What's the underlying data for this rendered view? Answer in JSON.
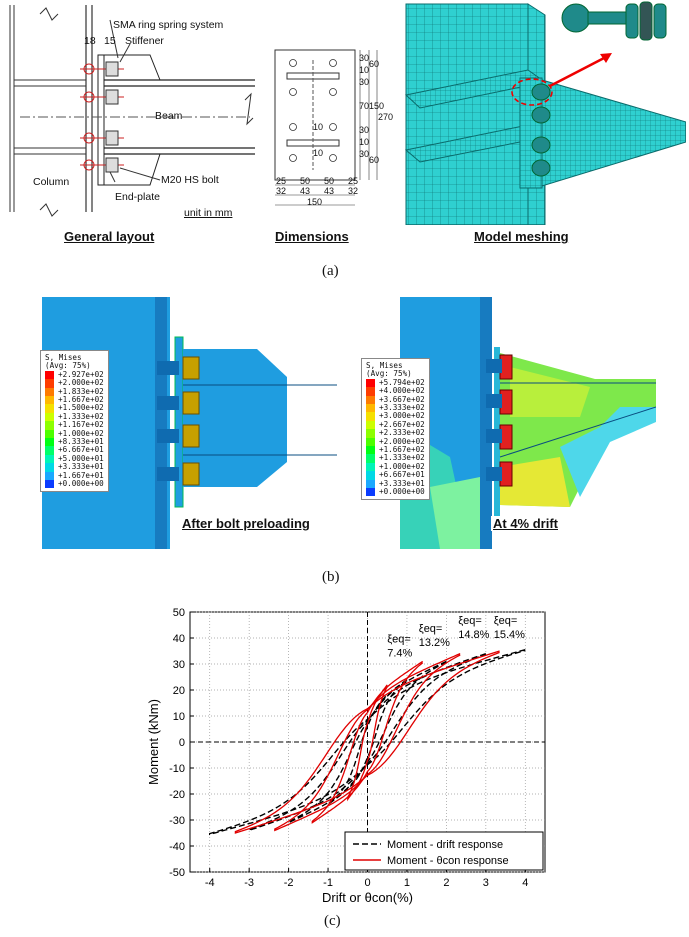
{
  "panel_a": {
    "layout": {
      "labels": {
        "sma": "SMA ring spring system",
        "d18": "18",
        "d15": "15",
        "stiffener": "Stiffener",
        "beam": "Beam",
        "column": "Column",
        "bolt": "M20 HS bolt",
        "endplate": "End-plate",
        "unit": "unit in mm"
      },
      "title": "General layout"
    },
    "dimensions": {
      "title": "Dimensions",
      "hole_label_1": "10",
      "hole_label_2": "10",
      "right_dims_inner": [
        "30",
        "10",
        "30",
        "70",
        "30",
        "10",
        "30"
      ],
      "right_dims_outer": [
        "60",
        "150",
        "60"
      ],
      "right_total": "270",
      "bottom_row1": [
        "25",
        "50",
        "50",
        "25"
      ],
      "bottom_row2": [
        "32",
        "43",
        "43",
        "32"
      ],
      "bottom_total": "150"
    },
    "meshing": {
      "title": "Model meshing"
    },
    "caption": "(a)"
  },
  "panel_b": {
    "left": {
      "title": "After bolt preloading",
      "legend_header": [
        "S, Mises",
        "(Avg: 75%)"
      ],
      "legend_values": [
        "+2.927e+02",
        "+2.000e+02",
        "+1.833e+02",
        "+1.667e+02",
        "+1.500e+02",
        "+1.333e+02",
        "+1.167e+02",
        "+1.000e+02",
        "+8.333e+01",
        "+6.667e+01",
        "+5.000e+01",
        "+3.333e+01",
        "+1.667e+01",
        "+0.000e+00"
      ]
    },
    "right": {
      "title": "At 4% drift",
      "legend_header": [
        "S, Mises",
        "(Avg: 75%)"
      ],
      "legend_values": [
        "+5.794e+02",
        "+4.000e+02",
        "+3.667e+02",
        "+3.333e+02",
        "+3.000e+02",
        "+2.667e+02",
        "+2.333e+02",
        "+2.000e+02",
        "+1.667e+02",
        "+1.333e+02",
        "+1.000e+02",
        "+6.667e+01",
        "+3.333e+01",
        "+0.000e+00"
      ]
    },
    "contour_colors": [
      "#ff0000",
      "#fe3d00",
      "#fe7b00",
      "#ffb800",
      "#f5e000",
      "#ccff00",
      "#8cff00",
      "#4cff00",
      "#00ff14",
      "#00ff6a",
      "#00f5b8",
      "#00d9e5",
      "#1aa8ff",
      "#0a3cff"
    ],
    "caption": "(b)"
  },
  "panel_c": {
    "caption": "(c)",
    "chart_data": {
      "type": "line",
      "xlabel": "Drift or θcon(%)",
      "ylabel": "Moment (kNm)",
      "xlim": [
        -4.5,
        4.5
      ],
      "ylim": [
        -50,
        50
      ],
      "xticks": [
        -4,
        -3,
        -2,
        -1,
        0,
        1,
        2,
        3,
        4
      ],
      "yticks": [
        -50,
        -40,
        -30,
        -20,
        -10,
        0,
        10,
        20,
        30,
        40,
        50
      ],
      "grid": true,
      "legend_position": "bottom-right",
      "series": [
        {
          "name": "Moment - drift response",
          "style": "dashed",
          "color": "#000000",
          "amplitudes": [
            1,
            2,
            3,
            4
          ],
          "peak_moments": [
            24,
            31,
            34,
            35.5
          ]
        },
        {
          "name": "Moment - θcon response",
          "style": "solid",
          "color": "#e00000",
          "amplitudes": [
            0.5,
            1.4,
            2.35,
            3.35
          ],
          "peak_moments": [
            22,
            31,
            34,
            35
          ]
        }
      ],
      "annotations": [
        {
          "text": "ξeq= 7.4%",
          "x": 0.5,
          "y": 36
        },
        {
          "text": "ξeq= 13.2%",
          "x": 1.3,
          "y": 40
        },
        {
          "text": "ξeq= 14.8%",
          "x": 2.3,
          "y": 43
        },
        {
          "text": "ξeq= 15.4%",
          "x": 3.2,
          "y": 43
        }
      ]
    }
  }
}
